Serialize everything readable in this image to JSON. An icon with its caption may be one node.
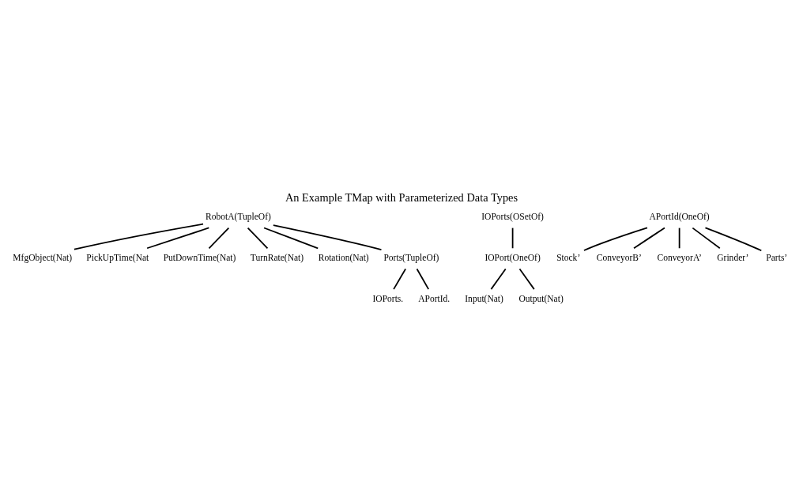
{
  "diagram": {
    "title": "An Example TMap with Parameterized Data Types",
    "nodes": [
      {
        "text": [
          "RobotA(TupleOf)"
        ]
      },
      {
        "text": [
          "MfgObject(Nat)"
        ]
      },
      {
        "text": [
          "PickUpTime(Nat"
        ]
      },
      {
        "text": [
          "PutDownTime(Nat)"
        ]
      },
      {
        "text": [
          "TurnRate(Nat)"
        ]
      },
      {
        "text": [
          "Rotation(Nat)"
        ]
      },
      {
        "text": [
          "Ports(TupleOf)"
        ]
      },
      {
        "text": [
          "IOPorts."
        ]
      },
      {
        "text": [
          "APortId."
        ]
      },
      {
        "text": [
          "IOPorts(OSetOf)"
        ]
      },
      {
        "text": [
          "IOPort(OneOf)"
        ]
      },
      {
        "text": [
          "Input(Nat)"
        ]
      },
      {
        "text": [
          "Output(Nat)"
        ]
      },
      {
        "text": [
          "APortId(OneOf)"
        ]
      },
      {
        "text": [
          "Stock’"
        ]
      },
      {
        "text": [
          "ConveyorB’"
        ]
      },
      {
        "text": [
          "ConveyorA’"
        ]
      },
      {
        "text": [
          "Grinder’"
        ]
      },
      {
        "text": [
          "Parts’"
        ]
      }
    ],
    "edges": [
      {
        "from": 0,
        "to": 1,
        "arrow": "none"
      },
      {
        "from": 0,
        "to": 2,
        "arrow": "none"
      },
      {
        "from": 0,
        "to": 3,
        "arrow": "none"
      },
      {
        "from": 0,
        "to": 4,
        "arrow": "none"
      },
      {
        "from": 0,
        "to": 5,
        "arrow": "none"
      },
      {
        "from": 0,
        "to": 6,
        "arrow": "none"
      },
      {
        "from": 6,
        "to": 7,
        "arrow": "none"
      },
      {
        "from": 6,
        "to": 8,
        "arrow": "none"
      },
      {
        "from": 9,
        "to": 10,
        "arrow": "none"
      },
      {
        "from": 10,
        "to": 11,
        "arrow": "none"
      },
      {
        "from": 10,
        "to": 12,
        "arrow": "none"
      },
      {
        "from": 13,
        "to": 14,
        "arrow": "none"
      },
      {
        "from": 13,
        "to": 15,
        "arrow": "none"
      },
      {
        "from": 13,
        "to": 16,
        "arrow": "none"
      },
      {
        "from": 13,
        "to": 17,
        "arrow": "none"
      },
      {
        "from": 13,
        "to": 18,
        "arrow": "none"
      }
    ]
  }
}
